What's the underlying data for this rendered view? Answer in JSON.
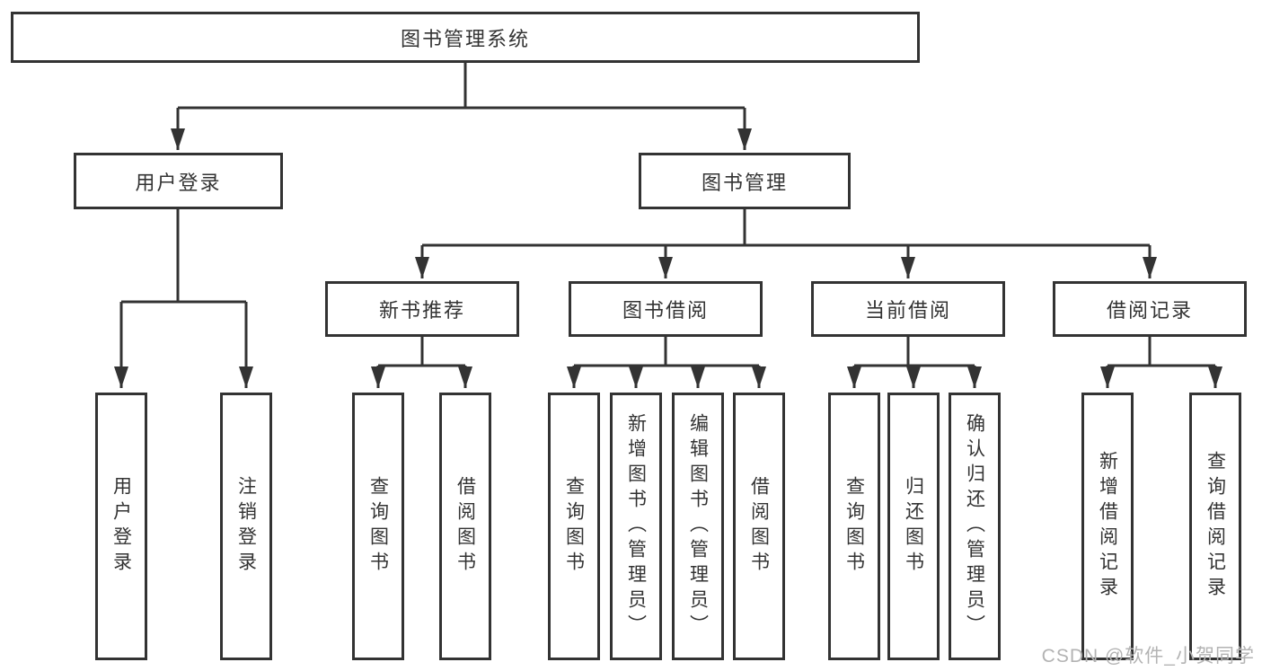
{
  "diagram": {
    "root": {
      "label": "图书管理系统"
    },
    "branches": [
      {
        "label": "用户登录",
        "children": [
          {
            "label": "用户登录"
          },
          {
            "label": "注销登录"
          }
        ]
      },
      {
        "label": "图书管理",
        "children": [
          {
            "label": "新书推荐",
            "children": [
              {
                "label": "查询图书"
              },
              {
                "label": "借阅图书"
              }
            ]
          },
          {
            "label": "图书借阅",
            "children": [
              {
                "label": "查询图书"
              },
              {
                "label": "新增图书（管理员）"
              },
              {
                "label": "编辑图书（管理员）"
              },
              {
                "label": "借阅图书"
              }
            ]
          },
          {
            "label": "当前借阅",
            "children": [
              {
                "label": "查询图书"
              },
              {
                "label": "归还图书"
              },
              {
                "label": "确认归还（管理员）"
              }
            ]
          },
          {
            "label": "借阅记录",
            "children": [
              {
                "label": "新增借阅记录"
              },
              {
                "label": "查询借阅记录"
              }
            ]
          }
        ]
      }
    ]
  },
  "watermark": {
    "text": "CSDN @软件_小贺同学"
  },
  "colors": {
    "line": "#333333",
    "box_border": "#333333",
    "text": "#333333",
    "watermark": "#b3b3b3",
    "background": "#ffffff"
  }
}
